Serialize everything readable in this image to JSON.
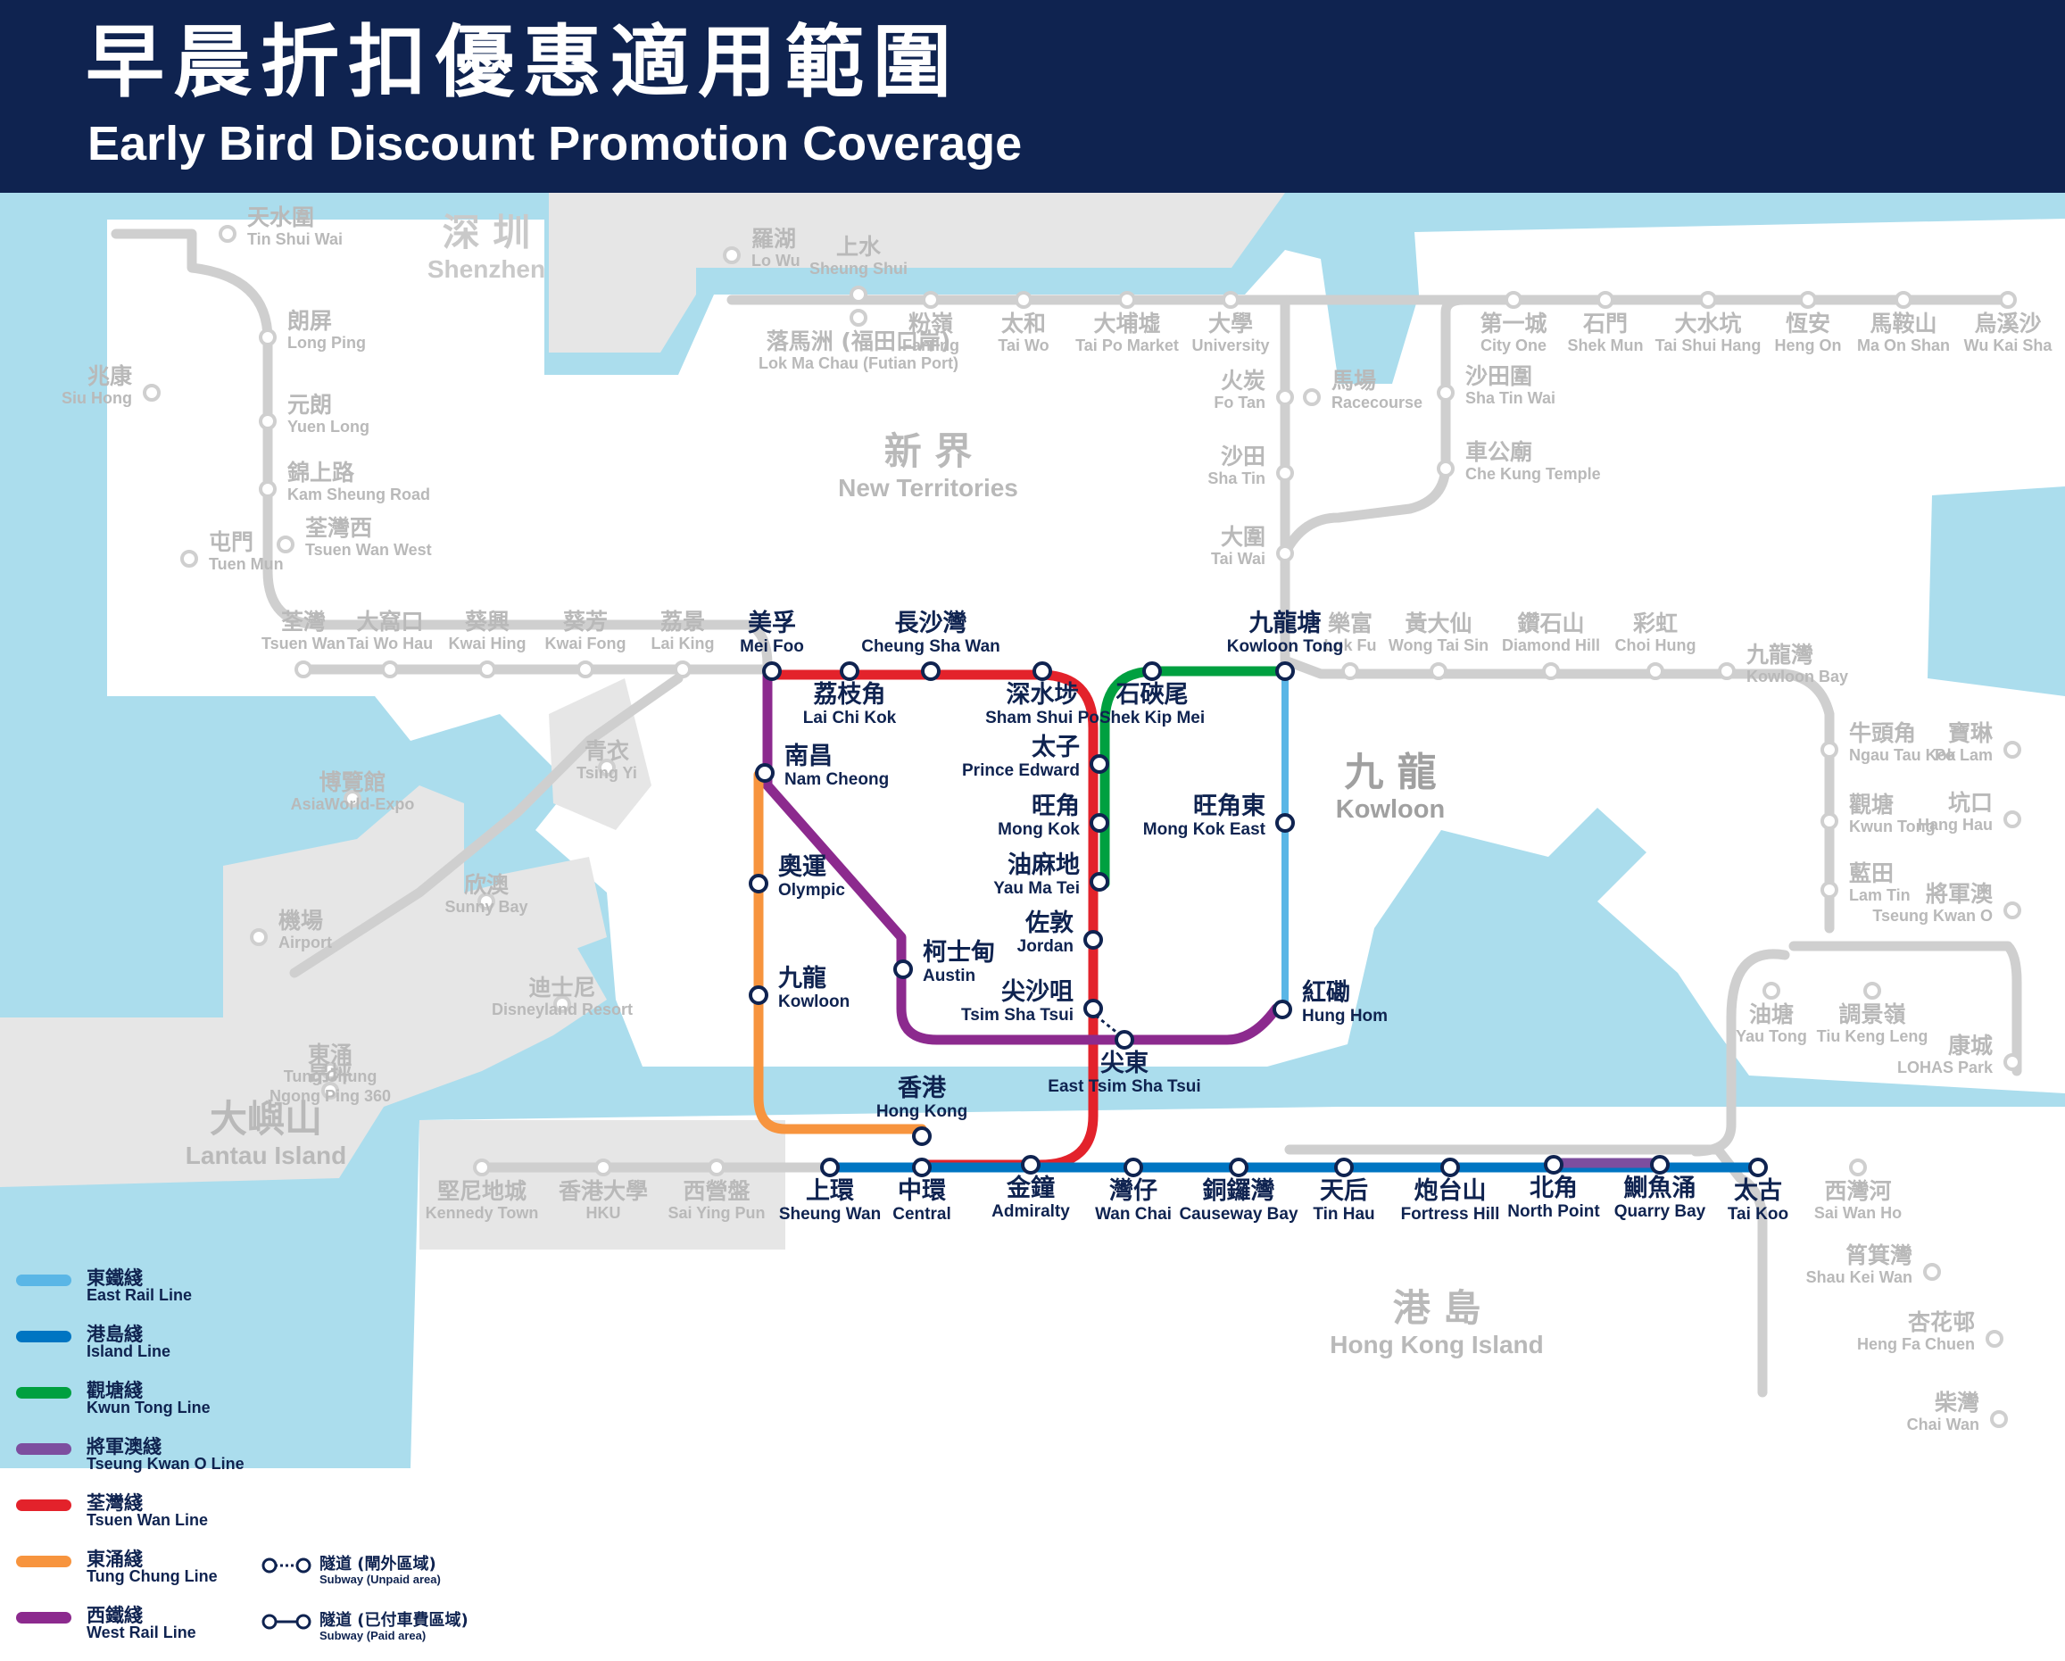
{
  "header": {
    "title_zh": "早晨折扣優惠適用範圍",
    "title_en": "Early Bird Discount Promotion Coverage"
  },
  "colors": {
    "header_bg": "#0f2350",
    "sea": "#abdded",
    "land": "#ffffff",
    "inactive_land": "#e6e6e6",
    "inactive_line": "#cfcfcf",
    "inactive_text": "#b9b9b9",
    "label": "#0f2350",
    "east_rail": "#5ab6e6",
    "island": "#0075c2",
    "kwun_tong": "#00a040",
    "tseung_kwan_o": "#7d4e9f",
    "tsuen_wan": "#e3222b",
    "tung_chung": "#f7943e",
    "west_rail": "#8c2a8e"
  },
  "areas": {
    "shenzhen": {
      "zh": "深 圳",
      "en": "Shenzhen"
    },
    "new_territories": {
      "zh": "新 界",
      "en": "New Territories"
    },
    "kowloon": {
      "zh": "九 龍",
      "en": "Kowloon"
    },
    "lantau": {
      "zh": "大嶼山",
      "en": "Lantau Island"
    },
    "hk_island": {
      "zh": "港 島",
      "en": "Hong Kong Island"
    }
  },
  "active_stations": [
    {
      "key": "mei_foo",
      "zh": "美孚",
      "en": "Mei Foo"
    },
    {
      "key": "lai_chi_kok",
      "zh": "荔枝角",
      "en": "Lai Chi Kok"
    },
    {
      "key": "cheung_sha_wan",
      "zh": "長沙灣",
      "en": "Cheung Sha Wan"
    },
    {
      "key": "sham_shui_po",
      "zh": "深水埗",
      "en": "Sham Shui Po"
    },
    {
      "key": "prince_edward",
      "zh": "太子",
      "en": "Prince Edward"
    },
    {
      "key": "mong_kok",
      "zh": "旺角",
      "en": "Mong Kok"
    },
    {
      "key": "yau_ma_tei",
      "zh": "油麻地",
      "en": "Yau Ma Tei"
    },
    {
      "key": "jordan",
      "zh": "佐敦",
      "en": "Jordan"
    },
    {
      "key": "tsim_sha_tsui",
      "zh": "尖沙咀",
      "en": "Tsim Sha Tsui"
    },
    {
      "key": "east_tsim_sha_tsui",
      "zh": "尖東",
      "en": "East Tsim Sha Tsui"
    },
    {
      "key": "hung_hom",
      "zh": "紅磡",
      "en": "Hung Hom"
    },
    {
      "key": "mong_kok_east",
      "zh": "旺角東",
      "en": "Mong Kok East"
    },
    {
      "key": "kowloon_tong",
      "zh": "九龍塘",
      "en": "Kowloon Tong"
    },
    {
      "key": "shek_kip_mei",
      "zh": "石硤尾",
      "en": "Shek Kip Mei"
    },
    {
      "key": "nam_cheong",
      "zh": "南昌",
      "en": "Nam Cheong"
    },
    {
      "key": "olympic",
      "zh": "奧運",
      "en": "Olympic"
    },
    {
      "key": "kowloon",
      "zh": "九龍",
      "en": "Kowloon"
    },
    {
      "key": "austin",
      "zh": "柯士甸",
      "en": "Austin"
    },
    {
      "key": "hong_kong",
      "zh": "香港",
      "en": "Hong Kong"
    },
    {
      "key": "sheung_wan",
      "zh": "上環",
      "en": "Sheung Wan"
    },
    {
      "key": "central",
      "zh": "中環",
      "en": "Central"
    },
    {
      "key": "admiralty",
      "zh": "金鐘",
      "en": "Admiralty"
    },
    {
      "key": "wan_chai",
      "zh": "灣仔",
      "en": "Wan Chai"
    },
    {
      "key": "causeway_bay",
      "zh": "銅鑼灣",
      "en": "Causeway Bay"
    },
    {
      "key": "tin_hau",
      "zh": "天后",
      "en": "Tin Hau"
    },
    {
      "key": "fortress_hill",
      "zh": "炮台山",
      "en": "Fortress Hill"
    },
    {
      "key": "north_point",
      "zh": "北角",
      "en": "North Point"
    },
    {
      "key": "quarry_bay",
      "zh": "鰂魚涌",
      "en": "Quarry Bay"
    },
    {
      "key": "tai_koo",
      "zh": "太古",
      "en": "Tai Koo"
    }
  ],
  "inactive_stations": [
    {
      "key": "tin_shui_wai",
      "zh": "天水圍",
      "en": "Tin Shui Wai"
    },
    {
      "key": "long_ping",
      "zh": "朗屏",
      "en": "Long Ping"
    },
    {
      "key": "siu_hong",
      "zh": "兆康",
      "en": "Siu Hong"
    },
    {
      "key": "yuen_long",
      "zh": "元朗",
      "en": "Yuen Long"
    },
    {
      "key": "kam_sheung_road",
      "zh": "錦上路",
      "en": "Kam Sheung Road"
    },
    {
      "key": "tuen_mun",
      "zh": "屯門",
      "en": "Tuen Mun"
    },
    {
      "key": "tsuen_wan_west",
      "zh": "荃灣西",
      "en": "Tsuen Wan West"
    },
    {
      "key": "lo_wu",
      "zh": "羅湖",
      "en": "Lo Wu"
    },
    {
      "key": "sheung_shui",
      "zh": "上水",
      "en": "Sheung Shui"
    },
    {
      "key": "lok_ma_chau",
      "zh": "落馬洲 (福田口岸)",
      "en": "Lok Ma Chau (Futian Port)"
    },
    {
      "key": "fanling",
      "zh": "粉嶺",
      "en": "Fanling"
    },
    {
      "key": "tai_wo",
      "zh": "太和",
      "en": "Tai Wo"
    },
    {
      "key": "tai_po_market",
      "zh": "大埔墟",
      "en": "Tai Po Market"
    },
    {
      "key": "university",
      "zh": "大學",
      "en": "University"
    },
    {
      "key": "fo_tan",
      "zh": "火炭",
      "en": "Fo Tan"
    },
    {
      "key": "racecourse",
      "zh": "馬場",
      "en": "Racecourse"
    },
    {
      "key": "sha_tin",
      "zh": "沙田",
      "en": "Sha Tin"
    },
    {
      "key": "tai_wai",
      "zh": "大圍",
      "en": "Tai Wai"
    },
    {
      "key": "city_one",
      "zh": "第一城",
      "en": "City One"
    },
    {
      "key": "shek_mun",
      "zh": "石門",
      "en": "Shek Mun"
    },
    {
      "key": "tai_shui_hang",
      "zh": "大水坑",
      "en": "Tai Shui Hang"
    },
    {
      "key": "heng_on",
      "zh": "恆安",
      "en": "Heng On"
    },
    {
      "key": "ma_on_shan",
      "zh": "馬鞍山",
      "en": "Ma On Shan"
    },
    {
      "key": "wu_kai_sha",
      "zh": "烏溪沙",
      "en": "Wu Kai Sha"
    },
    {
      "key": "sha_tin_wai",
      "zh": "沙田圍",
      "en": "Sha Tin Wai"
    },
    {
      "key": "che_kung_temple",
      "zh": "車公廟",
      "en": "Che Kung Temple"
    },
    {
      "key": "tsuen_wan",
      "zh": "荃灣",
      "en": "Tsuen Wan"
    },
    {
      "key": "tai_wo_hau",
      "zh": "大窩口",
      "en": "Tai Wo Hau"
    },
    {
      "key": "kwai_hing",
      "zh": "葵興",
      "en": "Kwai Hing"
    },
    {
      "key": "kwai_fong",
      "zh": "葵芳",
      "en": "Kwai Fong"
    },
    {
      "key": "lai_king",
      "zh": "荔景",
      "en": "Lai King"
    },
    {
      "key": "lok_fu",
      "zh": "樂富",
      "en": "Lok Fu"
    },
    {
      "key": "wong_tai_sin",
      "zh": "黃大仙",
      "en": "Wong Tai Sin"
    },
    {
      "key": "diamond_hill",
      "zh": "鑽石山",
      "en": "Diamond Hill"
    },
    {
      "key": "choi_hung",
      "zh": "彩虹",
      "en": "Choi Hung"
    },
    {
      "key": "kowloon_bay",
      "zh": "九龍灣",
      "en": "Kowloon Bay"
    },
    {
      "key": "ngau_tau_kok",
      "zh": "牛頭角",
      "en": "Ngau Tau Kok"
    },
    {
      "key": "kwun_tong",
      "zh": "觀塘",
      "en": "Kwun Tong"
    },
    {
      "key": "lam_tin",
      "zh": "藍田",
      "en": "Lam Tin"
    },
    {
      "key": "po_lam",
      "zh": "寶琳",
      "en": "Po Lam"
    },
    {
      "key": "hang_hau",
      "zh": "坑口",
      "en": "Hang Hau"
    },
    {
      "key": "tseung_kwan_o",
      "zh": "將軍澳",
      "en": "Tseung Kwan O"
    },
    {
      "key": "yau_tong",
      "zh": "油塘",
      "en": "Yau Tong"
    },
    {
      "key": "tiu_keng_leng",
      "zh": "調景嶺",
      "en": "Tiu Keng Leng"
    },
    {
      "key": "lohas_park",
      "zh": "康城",
      "en": "LOHAS Park"
    },
    {
      "key": "tsing_yi",
      "zh": "青衣",
      "en": "Tsing Yi"
    },
    {
      "key": "asiaworld_expo",
      "zh": "博覽館",
      "en": "AsiaWorld-Expo"
    },
    {
      "key": "sunny_bay",
      "zh": "欣澳",
      "en": "Sunny Bay"
    },
    {
      "key": "airport",
      "zh": "機場",
      "en": "Airport"
    },
    {
      "key": "disneyland",
      "zh": "迪士尼",
      "en": "Disneyland Resort"
    },
    {
      "key": "tung_chung",
      "zh": "東涌",
      "en": "Tung Chung"
    },
    {
      "key": "ngong_ping",
      "zh": "昂坪",
      "en": "Ngong Ping 360"
    },
    {
      "key": "kennedy_town",
      "zh": "堅尼地城",
      "en": "Kennedy Town"
    },
    {
      "key": "hku",
      "zh": "香港大學",
      "en": "HKU"
    },
    {
      "key": "sai_ying_pun",
      "zh": "西營盤",
      "en": "Sai Ying Pun"
    },
    {
      "key": "sai_wan_ho",
      "zh": "西灣河",
      "en": "Sai Wan Ho"
    },
    {
      "key": "shau_kei_wan",
      "zh": "筲箕灣",
      "en": "Shau Kei Wan"
    },
    {
      "key": "heng_fa_chuen",
      "zh": "杏花邨",
      "en": "Heng Fa Chuen"
    },
    {
      "key": "chai_wan",
      "zh": "柴灣",
      "en": "Chai Wan"
    }
  ],
  "legend": [
    {
      "key": "east_rail",
      "zh": "東鐵綫",
      "en": "East Rail Line",
      "color": "#5ab6e6"
    },
    {
      "key": "island",
      "zh": "港島綫",
      "en": "Island Line",
      "color": "#0075c2"
    },
    {
      "key": "kwun_tong",
      "zh": "觀塘綫",
      "en": "Kwun Tong Line",
      "color": "#00a040"
    },
    {
      "key": "tseung_kwan_o",
      "zh": "將軍澳綫",
      "en": "Tseung Kwan O Line",
      "color": "#7d4e9f"
    },
    {
      "key": "tsuen_wan",
      "zh": "荃灣綫",
      "en": "Tsuen Wan Line",
      "color": "#e3222b"
    },
    {
      "key": "tung_chung",
      "zh": "東涌綫",
      "en": "Tung Chung Line",
      "color": "#f7943e"
    },
    {
      "key": "west_rail",
      "zh": "西鐵綫",
      "en": "West Rail Line",
      "color": "#8c2a8e"
    }
  ],
  "subway_legend": [
    {
      "key": "unpaid",
      "zh": "隧道 (閘外區域)",
      "en": "Subway (Unpaid area)"
    },
    {
      "key": "paid",
      "zh": "隧道 (已付車費區域)",
      "en": "Subway (Paid area)"
    }
  ]
}
